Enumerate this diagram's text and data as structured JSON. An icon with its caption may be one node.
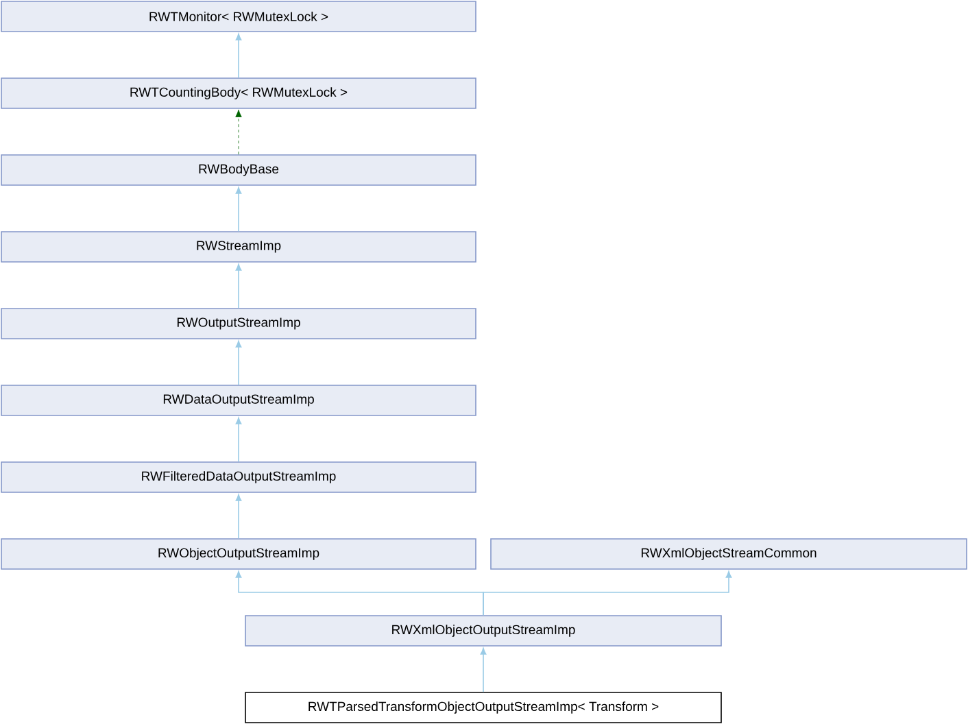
{
  "diagram": {
    "nodes": [
      {
        "text": [
          "RWTMonitor< RWMutexLock >"
        ]
      },
      {
        "text": [
          "RWTCountingBody< RWMutexLock >"
        ]
      },
      {
        "text": [
          "RWBodyBase"
        ]
      },
      {
        "text": [
          "RWStreamImp"
        ]
      },
      {
        "text": [
          "RWOutputStreamImp"
        ]
      },
      {
        "text": [
          "RWDataOutputStreamImp"
        ]
      },
      {
        "text": [
          "RWFilteredDataOutputStreamImp"
        ]
      },
      {
        "text": [
          "RWObjectOutputStreamImp"
        ]
      },
      {
        "text": [
          "RWXmlObjectStreamCommon"
        ]
      },
      {
        "text": [
          "RWXmlObjectOutputStreamImp"
        ]
      },
      {
        "text": [
          "RWTParsedTransformObjectOutputStreamImp< Transform >"
        ]
      }
    ],
    "edges": [
      {
        "from": 1,
        "to": 0,
        "arrow": "to"
      },
      {
        "from": 2,
        "to": 1,
        "arrow": "to",
        "style": "dashed",
        "color": "#006400"
      },
      {
        "from": 3,
        "to": 2,
        "arrow": "to"
      },
      {
        "from": 4,
        "to": 3,
        "arrow": "to"
      },
      {
        "from": 5,
        "to": 4,
        "arrow": "to"
      },
      {
        "from": 6,
        "to": 5,
        "arrow": "to"
      },
      {
        "from": 7,
        "to": 6,
        "arrow": "to"
      },
      {
        "from": 9,
        "to": 7,
        "arrow": "to"
      },
      {
        "from": 9,
        "to": 8,
        "arrow": "to"
      },
      {
        "from": 10,
        "to": 9,
        "arrow": "to"
      }
    ]
  }
}
